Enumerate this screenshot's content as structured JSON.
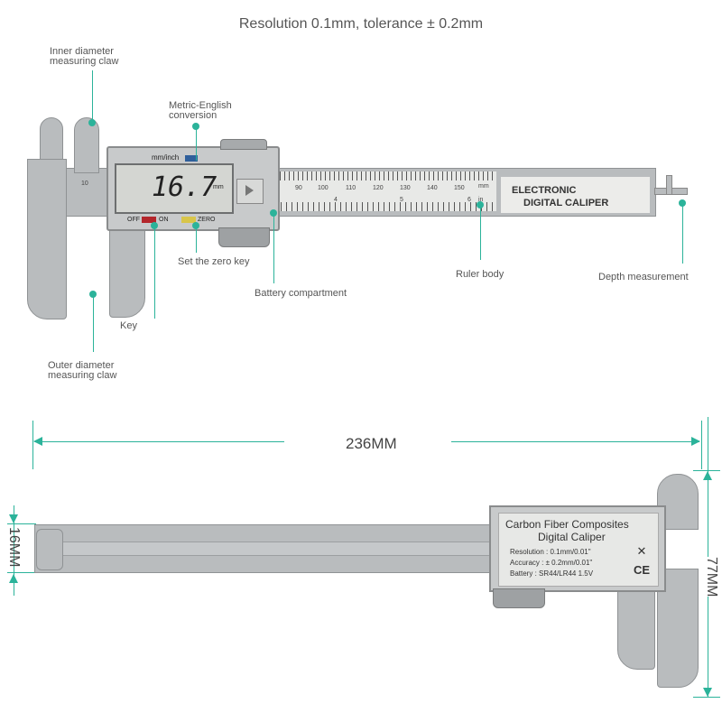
{
  "header": {
    "title": "Resolution 0.1mm, tolerance ± 0.2mm"
  },
  "labels": {
    "inner_claw": "Inner diameter measuring claw",
    "metric_english": "Metric-English conversion",
    "zero_key": "Set the zero key",
    "battery": "Battery compartment",
    "key": "Key",
    "ruler_body": "Ruler body",
    "depth": "Depth measurement",
    "outer_claw": "Outer diameter measuring claw"
  },
  "caliper_top": {
    "display_value": "16.7",
    "display_unit": "mm",
    "mode_label": "mm/inch",
    "buttons": [
      "OFF",
      "ON",
      "ZERO"
    ],
    "brand_line1": "ELECTRONIC",
    "brand_line2": "DIGITAL CALIPER",
    "scale_mm": [
      "10",
      "90",
      "100",
      "110",
      "120",
      "130",
      "140",
      "150",
      "mm"
    ],
    "scale_inch": [
      "4",
      "5",
      "6",
      "in"
    ]
  },
  "dimensions": {
    "length": "236MM",
    "height_small": "16MM",
    "height_large": "77MM"
  },
  "caliper_bottom": {
    "title_line1": "Carbon Fiber Composites",
    "title_line2": "Digital  Caliper",
    "resolution": "Resolution : 0.1mm/0.01\"",
    "accuracy": "Accuracy : ± 0.2mm/0.01\"",
    "battery": "Battery : SR44/LR44  1.5V",
    "ce_mark": "CE"
  },
  "colors": {
    "accent": "#2bb39a",
    "body": "#b9bcbe",
    "lcd": "#d4d6d2"
  }
}
